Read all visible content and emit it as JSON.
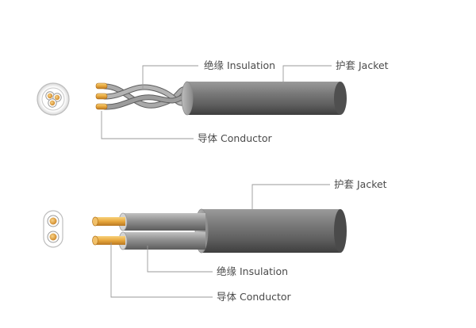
{
  "diagram_1": {
    "insulation_label": "绝缘 Insulation",
    "jacket_label": "护套 Jacket",
    "conductor_label": "导体 Conductor"
  },
  "diagram_2": {
    "jacket_label": "护套 Jacket",
    "insulation_label": "绝缘 Insulation",
    "conductor_label": "导体 Conductor"
  },
  "colors": {
    "jacket": "#6e6e6e",
    "insulation": "#8e8e8e",
    "conductor_copper": "#e8a73c",
    "leader_line": "#9a9a9a",
    "label_text": "#4a4a4a"
  }
}
